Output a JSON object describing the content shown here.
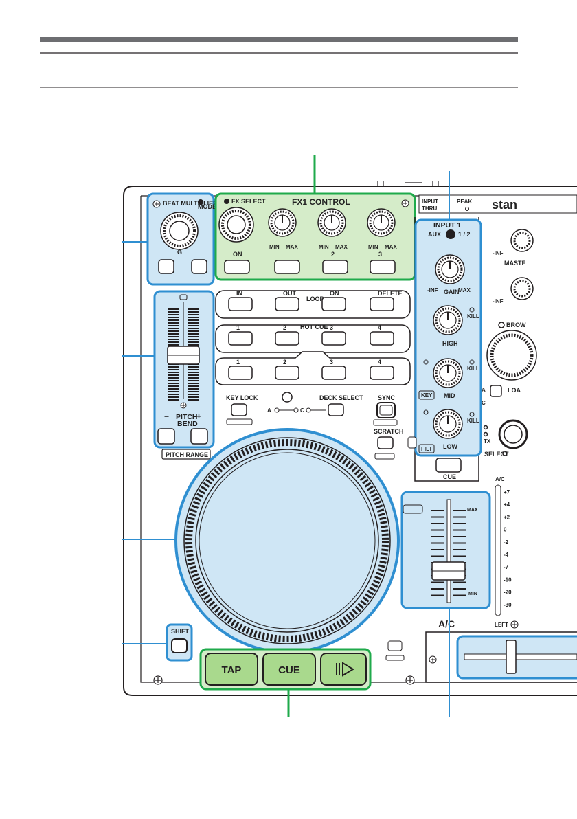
{
  "colors": {
    "callout_blue": "#2f8fd1",
    "callout_green": "#1faa4b",
    "blue_fill": "#cfe6f5",
    "green_fill": "#d5ecc9",
    "device_line": "#231f20",
    "device_fill": "#ffffff"
  },
  "beat_multiplier": {
    "label": "BEAT MULTIPLIER",
    "mode_label": "MODE",
    "knob_label": "G"
  },
  "fx": {
    "select_label": "FX SELECT",
    "control_label": "FX1 CONTROL",
    "knob_min": "MIN",
    "knob_max": "MAX",
    "button_labels": [
      "ON",
      "",
      "2",
      "3"
    ]
  },
  "input_strip": {
    "top_input": "INPUT",
    "top_thru": "THRU",
    "top_peak": "PEAK",
    "brand": "stan",
    "input_label": "INPUT 1",
    "aux_label": "AUX",
    "switch_label": "1 / 2",
    "gain_label": "GAIN",
    "inf_label": "-INF",
    "max_label": "MAX",
    "high_label": "HIGH",
    "mid_label": "MID",
    "low_label": "LOW",
    "kill_label": "KILL",
    "key_label": "KEY",
    "filt_label": "FILT",
    "cue_label": "CUE"
  },
  "loop_row": {
    "section": "LOOP",
    "labels": [
      "IN",
      "OUT",
      "ON",
      "DELETE"
    ]
  },
  "hotcue_row": {
    "section": "HOT CUE",
    "labels": [
      "1",
      "2",
      "3",
      "4"
    ]
  },
  "sampler_row": {
    "labels": [
      "1",
      "2",
      "3",
      "4"
    ]
  },
  "deck": {
    "key_lock": "KEY LOCK",
    "deck_select": "DECK SELECT",
    "deck_a": "A",
    "deck_c": "C",
    "sync": "SYNC",
    "scratch": "SCRATCH"
  },
  "pitch": {
    "bend_label": "PITCH\nBEND",
    "bend_line1": "PITCH",
    "bend_line2": "BEND",
    "minus": "−",
    "plus": "+",
    "range_label": "PITCH RANGE"
  },
  "shift": {
    "label": "SHIFT"
  },
  "transport": {
    "tap": "TAP",
    "cue": "CUE",
    "play_icon": "play-pause-icon"
  },
  "volume": {
    "max_label": "MAX",
    "min_label": "MIN"
  },
  "meter": {
    "header": "A/C",
    "labels": [
      "+7",
      "+4",
      "+2",
      "0",
      "-2",
      "-4",
      "-7",
      "-10",
      "-20",
      "-30"
    ],
    "footer": "LEFT"
  },
  "crossfader": {
    "label": "A/C"
  },
  "right_edge": {
    "inf1": "-INF",
    "master": "MASTE",
    "inf2": "-INF",
    "browse": "BROW",
    "load": "LOA",
    "tx": "TX",
    "select": "SELECT",
    "side_a": "A",
    "side_c": "C"
  }
}
